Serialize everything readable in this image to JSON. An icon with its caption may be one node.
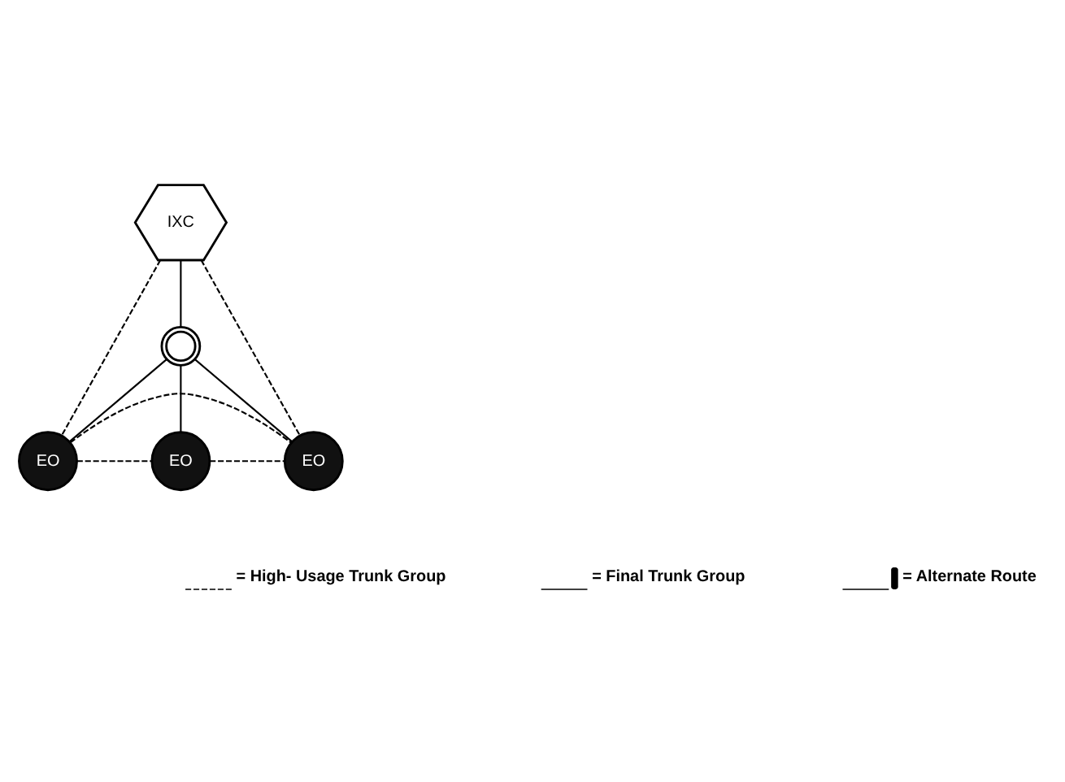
{
  "diagram": {
    "nodes": [
      {
        "text": [
          "IXC"
        ]
      },
      {
        "text": [],
        "shape": "circle"
      },
      {
        "text": [
          "EO"
        ]
      },
      {
        "text": [
          "EO"
        ]
      },
      {
        "text": [
          "EO"
        ]
      }
    ],
    "edges": [
      {
        "from": 0,
        "to": 1,
        "arrow": "none"
      },
      {
        "from": 1,
        "to": 2,
        "arrow": "none"
      },
      {
        "from": 1,
        "to": 3,
        "arrow": "none"
      },
      {
        "from": 1,
        "to": 4,
        "arrow": "none"
      },
      {
        "from": 0,
        "to": 2,
        "arrow": "none",
        "style": "dashed"
      },
      {
        "from": 0,
        "to": 4,
        "arrow": "none",
        "style": "dashed"
      },
      {
        "from": 2,
        "to": 3,
        "arrow": "none",
        "style": "dashed"
      },
      {
        "from": 3,
        "to": 4,
        "arrow": "none",
        "style": "dashed"
      },
      {
        "from": 2,
        "to": 4,
        "arrow": "none",
        "style": "dashed"
      }
    ],
    "legend": [
      {
        "text": "= High- Usage Trunk Group"
      },
      {
        "text": "= Final Trunk Group"
      },
      {
        "text": "= Alternate Route"
      }
    ]
  }
}
